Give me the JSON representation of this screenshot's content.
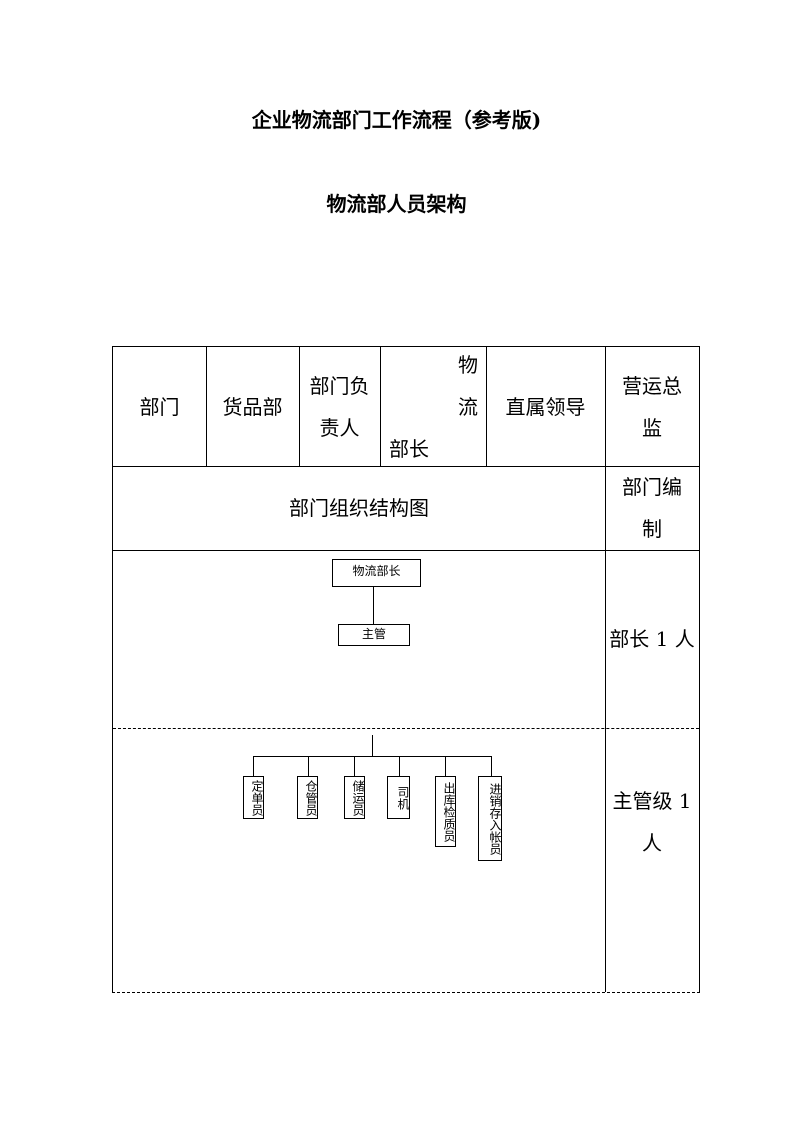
{
  "document": {
    "title": "企业物流部门工作流程（参考版)",
    "subtitle": "物流部人员架构"
  },
  "header_row": {
    "dept_label": "部门",
    "dept_value": "货品部",
    "head_label_1": "部门负",
    "head_label_2": "责人",
    "head_value_1": "物　流",
    "head_value_2": "部长",
    "leader_label": "直属领导",
    "leader_value_1": "营运总",
    "leader_value_2": "监"
  },
  "org_row": {
    "chart_label": "部门组织结构图",
    "staffing_label_1": "部门编",
    "staffing_label_2": "制"
  },
  "level1": {
    "top_box": "物流部长",
    "sub_box": "主管",
    "staffing": "部长 1 人"
  },
  "level2": {
    "roles": [
      "定单员",
      "仓管员",
      "储运员",
      "司机",
      "出库检质员",
      "进销存入帐员"
    ],
    "staffing_1": "主管级 1",
    "staffing_2": "人"
  }
}
